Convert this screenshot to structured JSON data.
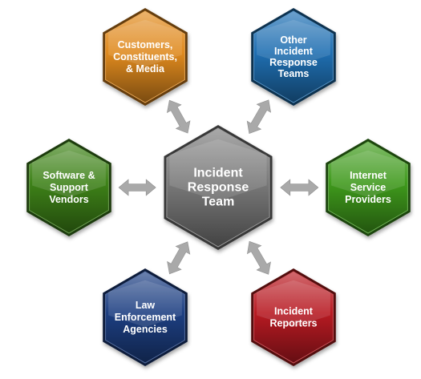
{
  "center": {
    "lines": [
      "Incident",
      "Response",
      "Team"
    ],
    "color": "#7a7a7a"
  },
  "nodes": [
    {
      "id": "customers",
      "lines": [
        "Customers,",
        "Constituents,",
        "& Media"
      ],
      "color": "#e08a1e"
    },
    {
      "id": "other-teams",
      "lines": [
        "Other",
        "Incident",
        "Response",
        "Teams"
      ],
      "color": "#1f6fb2"
    },
    {
      "id": "isp",
      "lines": [
        "Internet",
        "Service",
        "Providers"
      ],
      "color": "#3f9a1c"
    },
    {
      "id": "reporters",
      "lines": [
        "Incident",
        "Reporters"
      ],
      "color": "#b81a22"
    },
    {
      "id": "law",
      "lines": [
        "Law",
        "Enforcement",
        "Agencies"
      ],
      "color": "#1d3f82"
    },
    {
      "id": "software",
      "lines": [
        "Software &",
        "Support",
        "Vendors"
      ],
      "color": "#3e8218"
    }
  ],
  "arrow_color": "#a9a9a9"
}
